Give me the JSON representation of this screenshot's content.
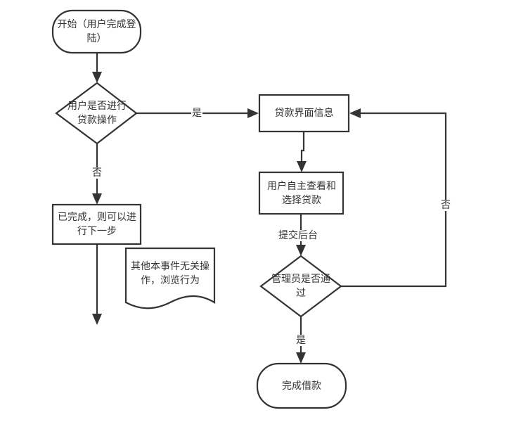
{
  "diagram": {
    "type": "flowchart",
    "nodes": {
      "start": {
        "kind": "terminal",
        "text": "开始（用户完成登陆）"
      },
      "decision_loan": {
        "kind": "decision",
        "text": "用户是否进行贷款操作"
      },
      "completed": {
        "kind": "process",
        "text": "已完成，则可以进行下一步"
      },
      "other_events": {
        "kind": "document",
        "text": "其他本事件无关操作，浏览行为"
      },
      "loan_info": {
        "kind": "process",
        "text": "贷款界面信息"
      },
      "user_select": {
        "kind": "process",
        "text": "用户自主查看和选择贷款"
      },
      "decision_admin": {
        "kind": "decision",
        "text": "管理员是否通过"
      },
      "end": {
        "kind": "terminal",
        "text": "完成借款"
      }
    },
    "edges": [
      {
        "from": "start",
        "to": "decision_loan",
        "label": ""
      },
      {
        "from": "decision_loan",
        "to": "loan_info",
        "label": "是"
      },
      {
        "from": "decision_loan",
        "to": "completed",
        "label": "否"
      },
      {
        "from": "completed",
        "to": "",
        "label": ""
      },
      {
        "from": "loan_info",
        "to": "user_select",
        "label": ""
      },
      {
        "from": "user_select",
        "to": "decision_admin",
        "label": "提交后台"
      },
      {
        "from": "decision_admin",
        "to": "end",
        "label": "是"
      },
      {
        "from": "decision_admin",
        "to": "loan_info",
        "label": "否"
      }
    ]
  }
}
